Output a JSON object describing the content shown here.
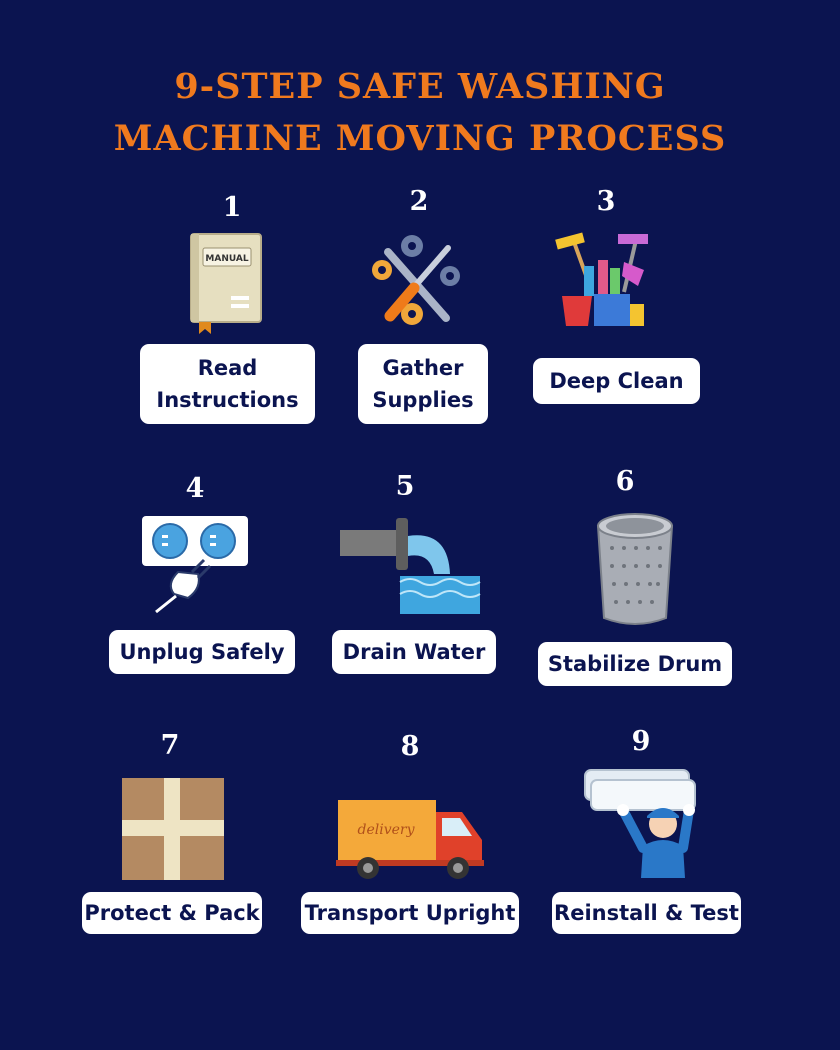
{
  "title": {
    "line1": "9-STEP SAFE WASHING",
    "line2": "MACHINE MOVING PROCESS"
  },
  "colors": {
    "background": "#0b1450",
    "title": "#f07a1e",
    "label_bg": "#ffffff",
    "label_text": "#0b1450"
  },
  "steps": [
    {
      "number": "1",
      "label_line1": "Read",
      "label_line2": "Instructions",
      "icon": "manual-book-icon"
    },
    {
      "number": "2",
      "label_line1": "Gather",
      "label_line2": "Supplies",
      "icon": "tools-gears-icon"
    },
    {
      "number": "3",
      "label": "Deep Clean",
      "icon": "cleaning-supplies-icon"
    },
    {
      "number": "4",
      "label": "Unplug Safely",
      "icon": "outlet-plug-icon"
    },
    {
      "number": "5",
      "label": "Drain Water",
      "icon": "drain-pipe-icon"
    },
    {
      "number": "6",
      "label": "Stabilize Drum",
      "icon": "washer-drum-icon"
    },
    {
      "number": "7",
      "label": "Protect & Pack",
      "icon": "taped-box-icon"
    },
    {
      "number": "8",
      "label": "Transport Upright",
      "icon": "delivery-truck-icon",
      "truck_text": "delivery"
    },
    {
      "number": "9",
      "label": "Reinstall & Test",
      "icon": "technician-install-icon"
    }
  ]
}
